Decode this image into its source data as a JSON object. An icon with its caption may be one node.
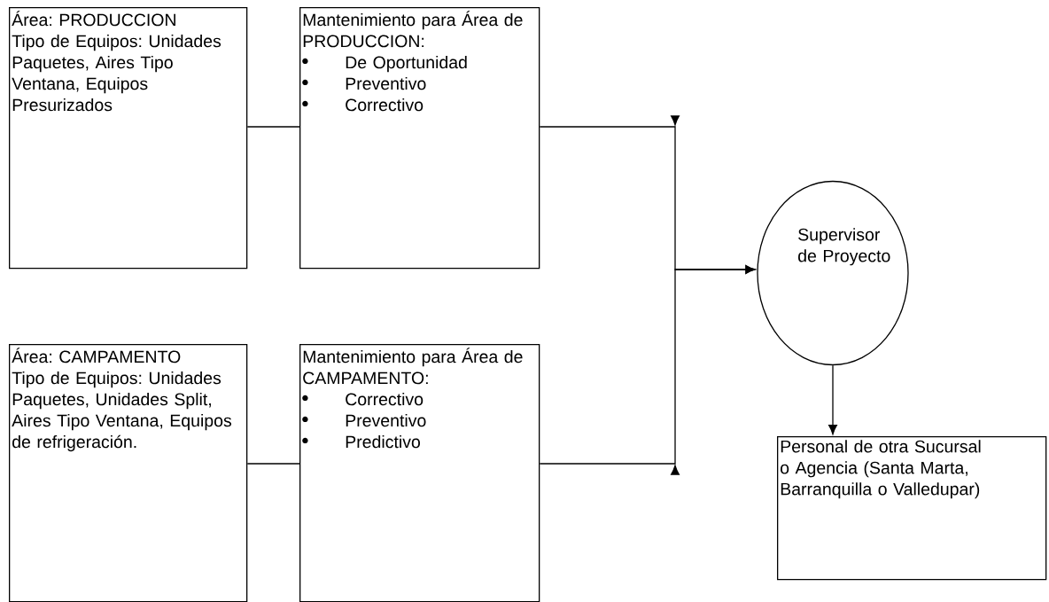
{
  "diagram": {
    "nodes": [
      {
        "text": [
          "Área: PRODUCCION",
          "Tipo de Equipos: Unidades Paquetes, Aires Tipo Ventana, Equipos Presurizados"
        ]
      },
      {
        "text": [
          "Mantenimiento para Área de PRODUCCION:",
          "De Oportunidad",
          "Preventivo",
          "Correctivo"
        ]
      },
      {
        "text": [
          "Área: CAMPAMENTO",
          "Tipo de Equipos: Unidades Paquetes, Unidades Split, Aires Tipo Ventana, Equipos de refrigeración."
        ]
      },
      {
        "text": [
          "Mantenimiento para Área de CAMPAMENTO:",
          "Correctivo",
          "Preventivo",
          "Predictivo"
        ]
      },
      {
        "text": [
          "Supervisor de Proyecto"
        ]
      },
      {
        "text": [
          "Personal de otra Sucursal o Agencia (Santa Marta, Barranquilla o Valledupar)"
        ]
      }
    ],
    "edges": [
      {
        "from": 0,
        "to": 1,
        "arrow": "none"
      },
      {
        "from": 1,
        "to": 4,
        "arrow": "to"
      },
      {
        "from": 2,
        "to": 3,
        "arrow": "none"
      },
      {
        "from": 3,
        "to": 4,
        "arrow": "to"
      },
      {
        "from": 4,
        "to": 5,
        "arrow": "to"
      }
    ]
  }
}
